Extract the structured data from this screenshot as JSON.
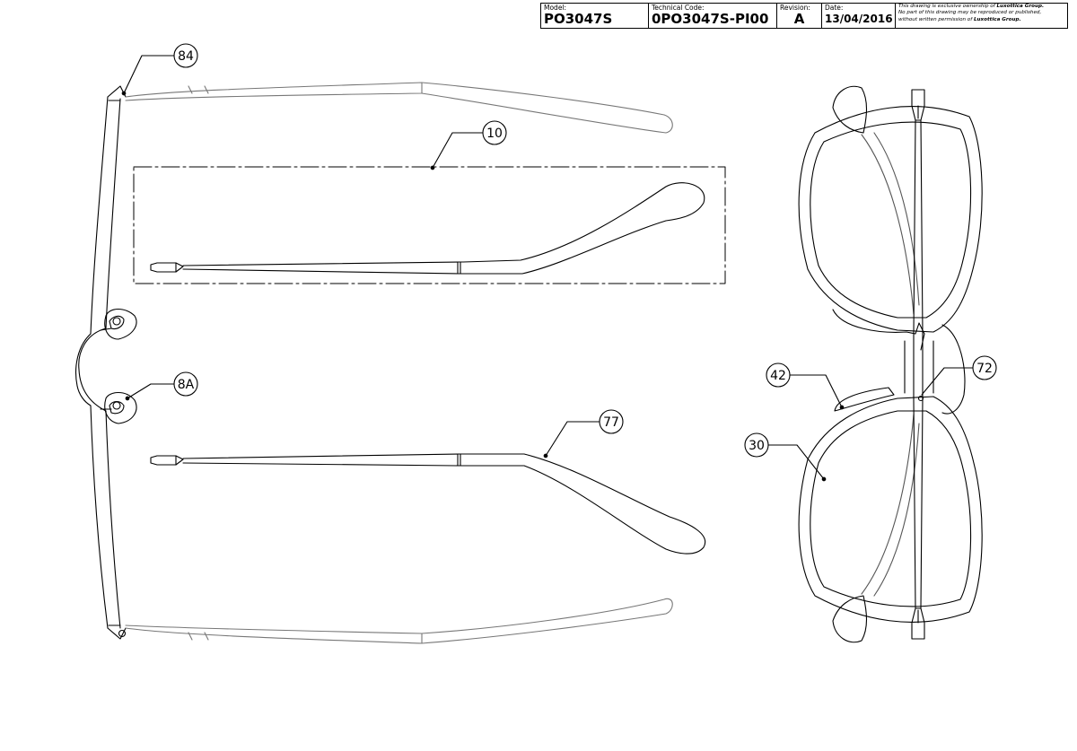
{
  "title_block": {
    "model_label": "Model:",
    "model_value": "PO3047S",
    "technical_code_label": "Technical Code:",
    "technical_code_value": "0PO3047S-PI00",
    "revision_label": "Revision:",
    "revision_value": "A",
    "date_label": "Date:",
    "date_value": "13/04/2016",
    "notice_line1": "This drawing is exclusive ownership of ",
    "notice_brand1": "Luxottica Group.",
    "notice_line2": "No part of this drawing may be reproduced or published,",
    "notice_line3": "without written permission of ",
    "notice_brand2": "Luxottica Group."
  },
  "callouts": {
    "c84": "84",
    "c10": "10",
    "c8a": "8A",
    "c77": "77",
    "c42": "42",
    "c72": "72",
    "c30": "30"
  }
}
